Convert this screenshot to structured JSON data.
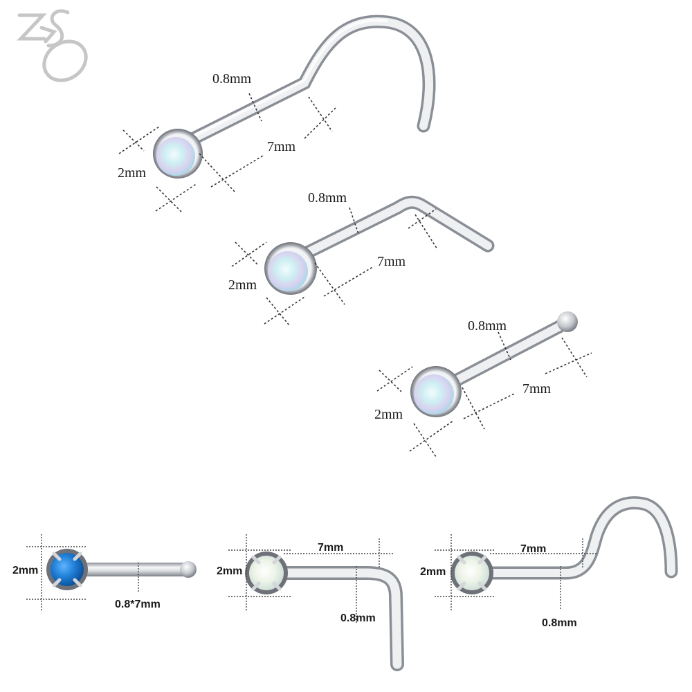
{
  "brand": {
    "name": "ZS",
    "logo_color": "#c9c9c9"
  },
  "colors": {
    "metal_light": "#f4f5f7",
    "metal_mid": "#c6c9ce",
    "metal_dark": "#8a8e95",
    "opal_white_blue": "#cdeff2",
    "opal_blue": "#1f7fd6",
    "dimension_line": "#333333"
  },
  "products": [
    {
      "style": "screw",
      "labels": {
        "diameter": "0.8mm",
        "length": "7mm",
        "stone": "2mm"
      }
    },
    {
      "style": "l-shape",
      "labels": {
        "diameter": "0.8mm",
        "length": "7mm",
        "stone": "2mm"
      }
    },
    {
      "style": "bone",
      "labels": {
        "diameter": "0.8mm",
        "length": "7mm",
        "stone": "2mm"
      }
    }
  ],
  "bottom_products": [
    {
      "style": "bone",
      "stone_color": "blue opal",
      "labels": {
        "stone": "2mm",
        "size": "0.8*7mm"
      }
    },
    {
      "style": "l-shape",
      "stone_color": "white opal",
      "labels": {
        "stone": "2mm",
        "length": "7mm",
        "diameter": "0.8mm"
      }
    },
    {
      "style": "screw",
      "stone_color": "white opal",
      "labels": {
        "stone": "2mm",
        "length": "7mm",
        "diameter": "0.8mm"
      }
    }
  ]
}
